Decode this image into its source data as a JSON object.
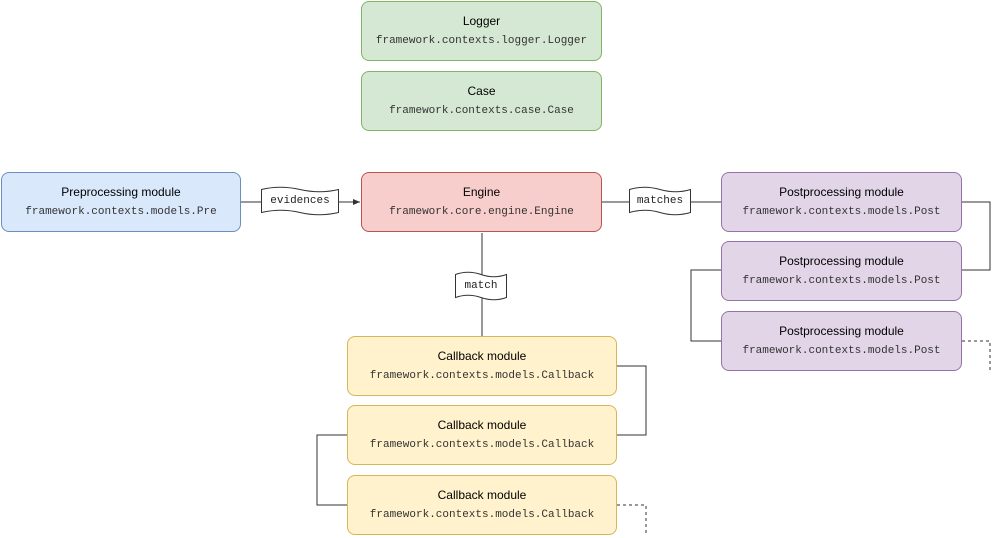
{
  "logger": {
    "title": "Logger",
    "class_path": "framework.contexts.logger.Logger"
  },
  "case": {
    "title": "Case",
    "class_path": "framework.contexts.case.Case"
  },
  "preprocessing": {
    "title": "Preprocessing module",
    "class_path": "framework.contexts.models.Pre"
  },
  "engine": {
    "title": "Engine",
    "class_path": "framework.core.engine.Engine"
  },
  "postprocessing": [
    {
      "title": "Postprocessing module",
      "class_path": "framework.contexts.models.Post"
    },
    {
      "title": "Postprocessing module",
      "class_path": "framework.contexts.models.Post"
    },
    {
      "title": "Postprocessing module",
      "class_path": "framework.contexts.models.Post"
    }
  ],
  "callback": [
    {
      "title": "Callback module",
      "class_path": "framework.contexts.models.Callback"
    },
    {
      "title": "Callback module",
      "class_path": "framework.contexts.models.Callback"
    },
    {
      "title": "Callback module",
      "class_path": "framework.contexts.models.Callback"
    }
  ],
  "edge_labels": {
    "evidences": "evidences",
    "matches": "matches",
    "match": "match"
  },
  "colors": {
    "context_fill": "#d5e8d4",
    "context_stroke": "#82b366",
    "engine_fill": "#f8cecc",
    "engine_stroke": "#b85450",
    "pre_fill": "#dae8fc",
    "pre_stroke": "#6c8ebf",
    "post_fill": "#e1d5e7",
    "post_stroke": "#9673a6",
    "callback_fill": "#fff2cc",
    "callback_stroke": "#d6b656",
    "connector": "#333333"
  }
}
